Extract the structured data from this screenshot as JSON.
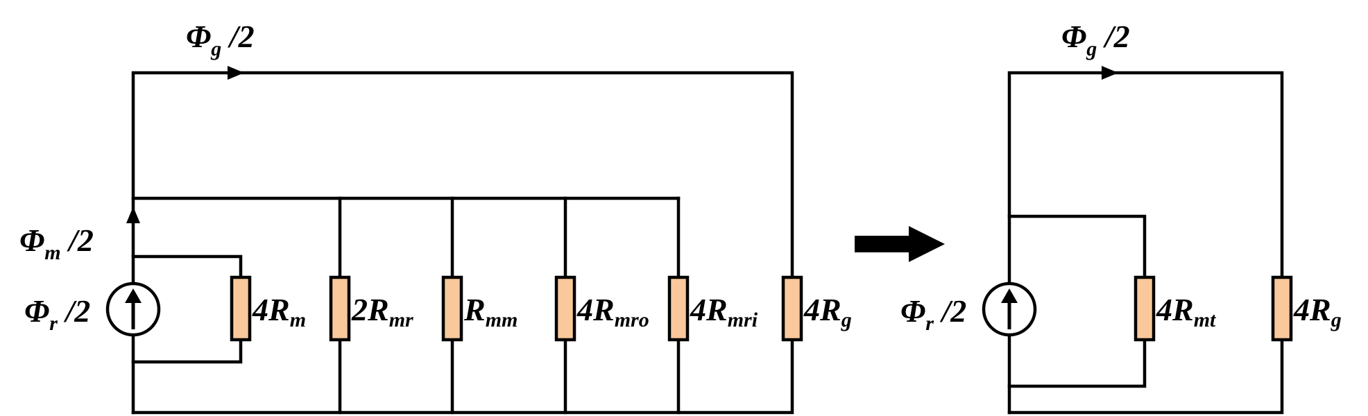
{
  "colors": {
    "wire": "#000000",
    "resistor_fill": "#f9c89b",
    "background": "#ffffff"
  },
  "left_circuit": {
    "flux_top": {
      "symbol": "Φ",
      "sub": "g",
      "rest": " /2"
    },
    "flux_mid": {
      "symbol": "Φ",
      "sub": "m",
      "rest": " /2"
    },
    "source": {
      "symbol": "Φ",
      "sub": "r",
      "rest": " /2"
    },
    "resistors": [
      {
        "coef": "4R",
        "sub": "m"
      },
      {
        "coef": "2R",
        "sub": "mr"
      },
      {
        "coef": "R",
        "sub": "mm"
      },
      {
        "coef": "4R",
        "sub": "mro"
      },
      {
        "coef": "4R",
        "sub": "mri"
      },
      {
        "coef": "4R",
        "sub": "g"
      }
    ]
  },
  "right_circuit": {
    "flux_top": {
      "symbol": "Φ",
      "sub": "g",
      "rest": " /2"
    },
    "source": {
      "symbol": "Φ",
      "sub": "r",
      "rest": " /2"
    },
    "resistors": [
      {
        "coef": "4R",
        "sub": "mt"
      },
      {
        "coef": "4R",
        "sub": "g"
      }
    ]
  },
  "transition_arrow": "right-arrow-icon"
}
